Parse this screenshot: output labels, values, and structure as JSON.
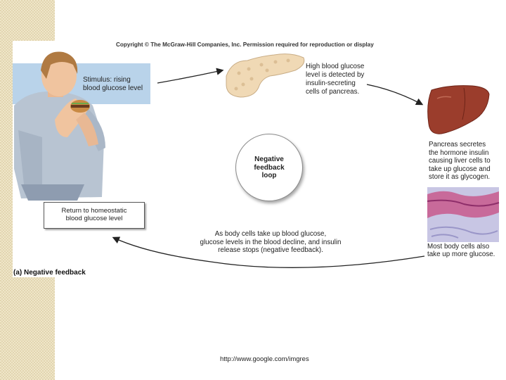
{
  "copyright": "Copyright © The McGraw-Hill Companies, Inc. Permission required for reproduction or display",
  "stimulus": {
    "line1": "Stimulus: rising",
    "line2": "blood glucose level"
  },
  "detection": {
    "line1": "High blood glucose",
    "line2": "level is detected by",
    "line3": "insulin-secreting",
    "line4": "cells of pancreas."
  },
  "secretion": {
    "line1": "Pancreas secretes",
    "line2": "the hormone insulin",
    "line3": "causing liver cells to",
    "line4": "take up glucose and",
    "line5": "store it as glycogen."
  },
  "uptake": {
    "line1": "Most body cells also",
    "line2": "take up more glucose."
  },
  "decline": {
    "line1": "As body cells take up blood glucose,",
    "line2": "glucose levels in the blood decline, and insulin",
    "line3": "release stops (negative feedback)."
  },
  "loop": {
    "line1": "Negative",
    "line2": "feedback",
    "line3": "loop"
  },
  "homeostasis": {
    "line1": "Return to homeostatic",
    "line2": "blood glucose level"
  },
  "panel_label": "(a) Negative feedback",
  "source": "http://www.google.com/imgres",
  "colors": {
    "stimulus_box": "#b9d3ea",
    "liver": "#9b3d2c",
    "pancreas": "#f0d9b5",
    "tissue": "#c86a9a"
  }
}
